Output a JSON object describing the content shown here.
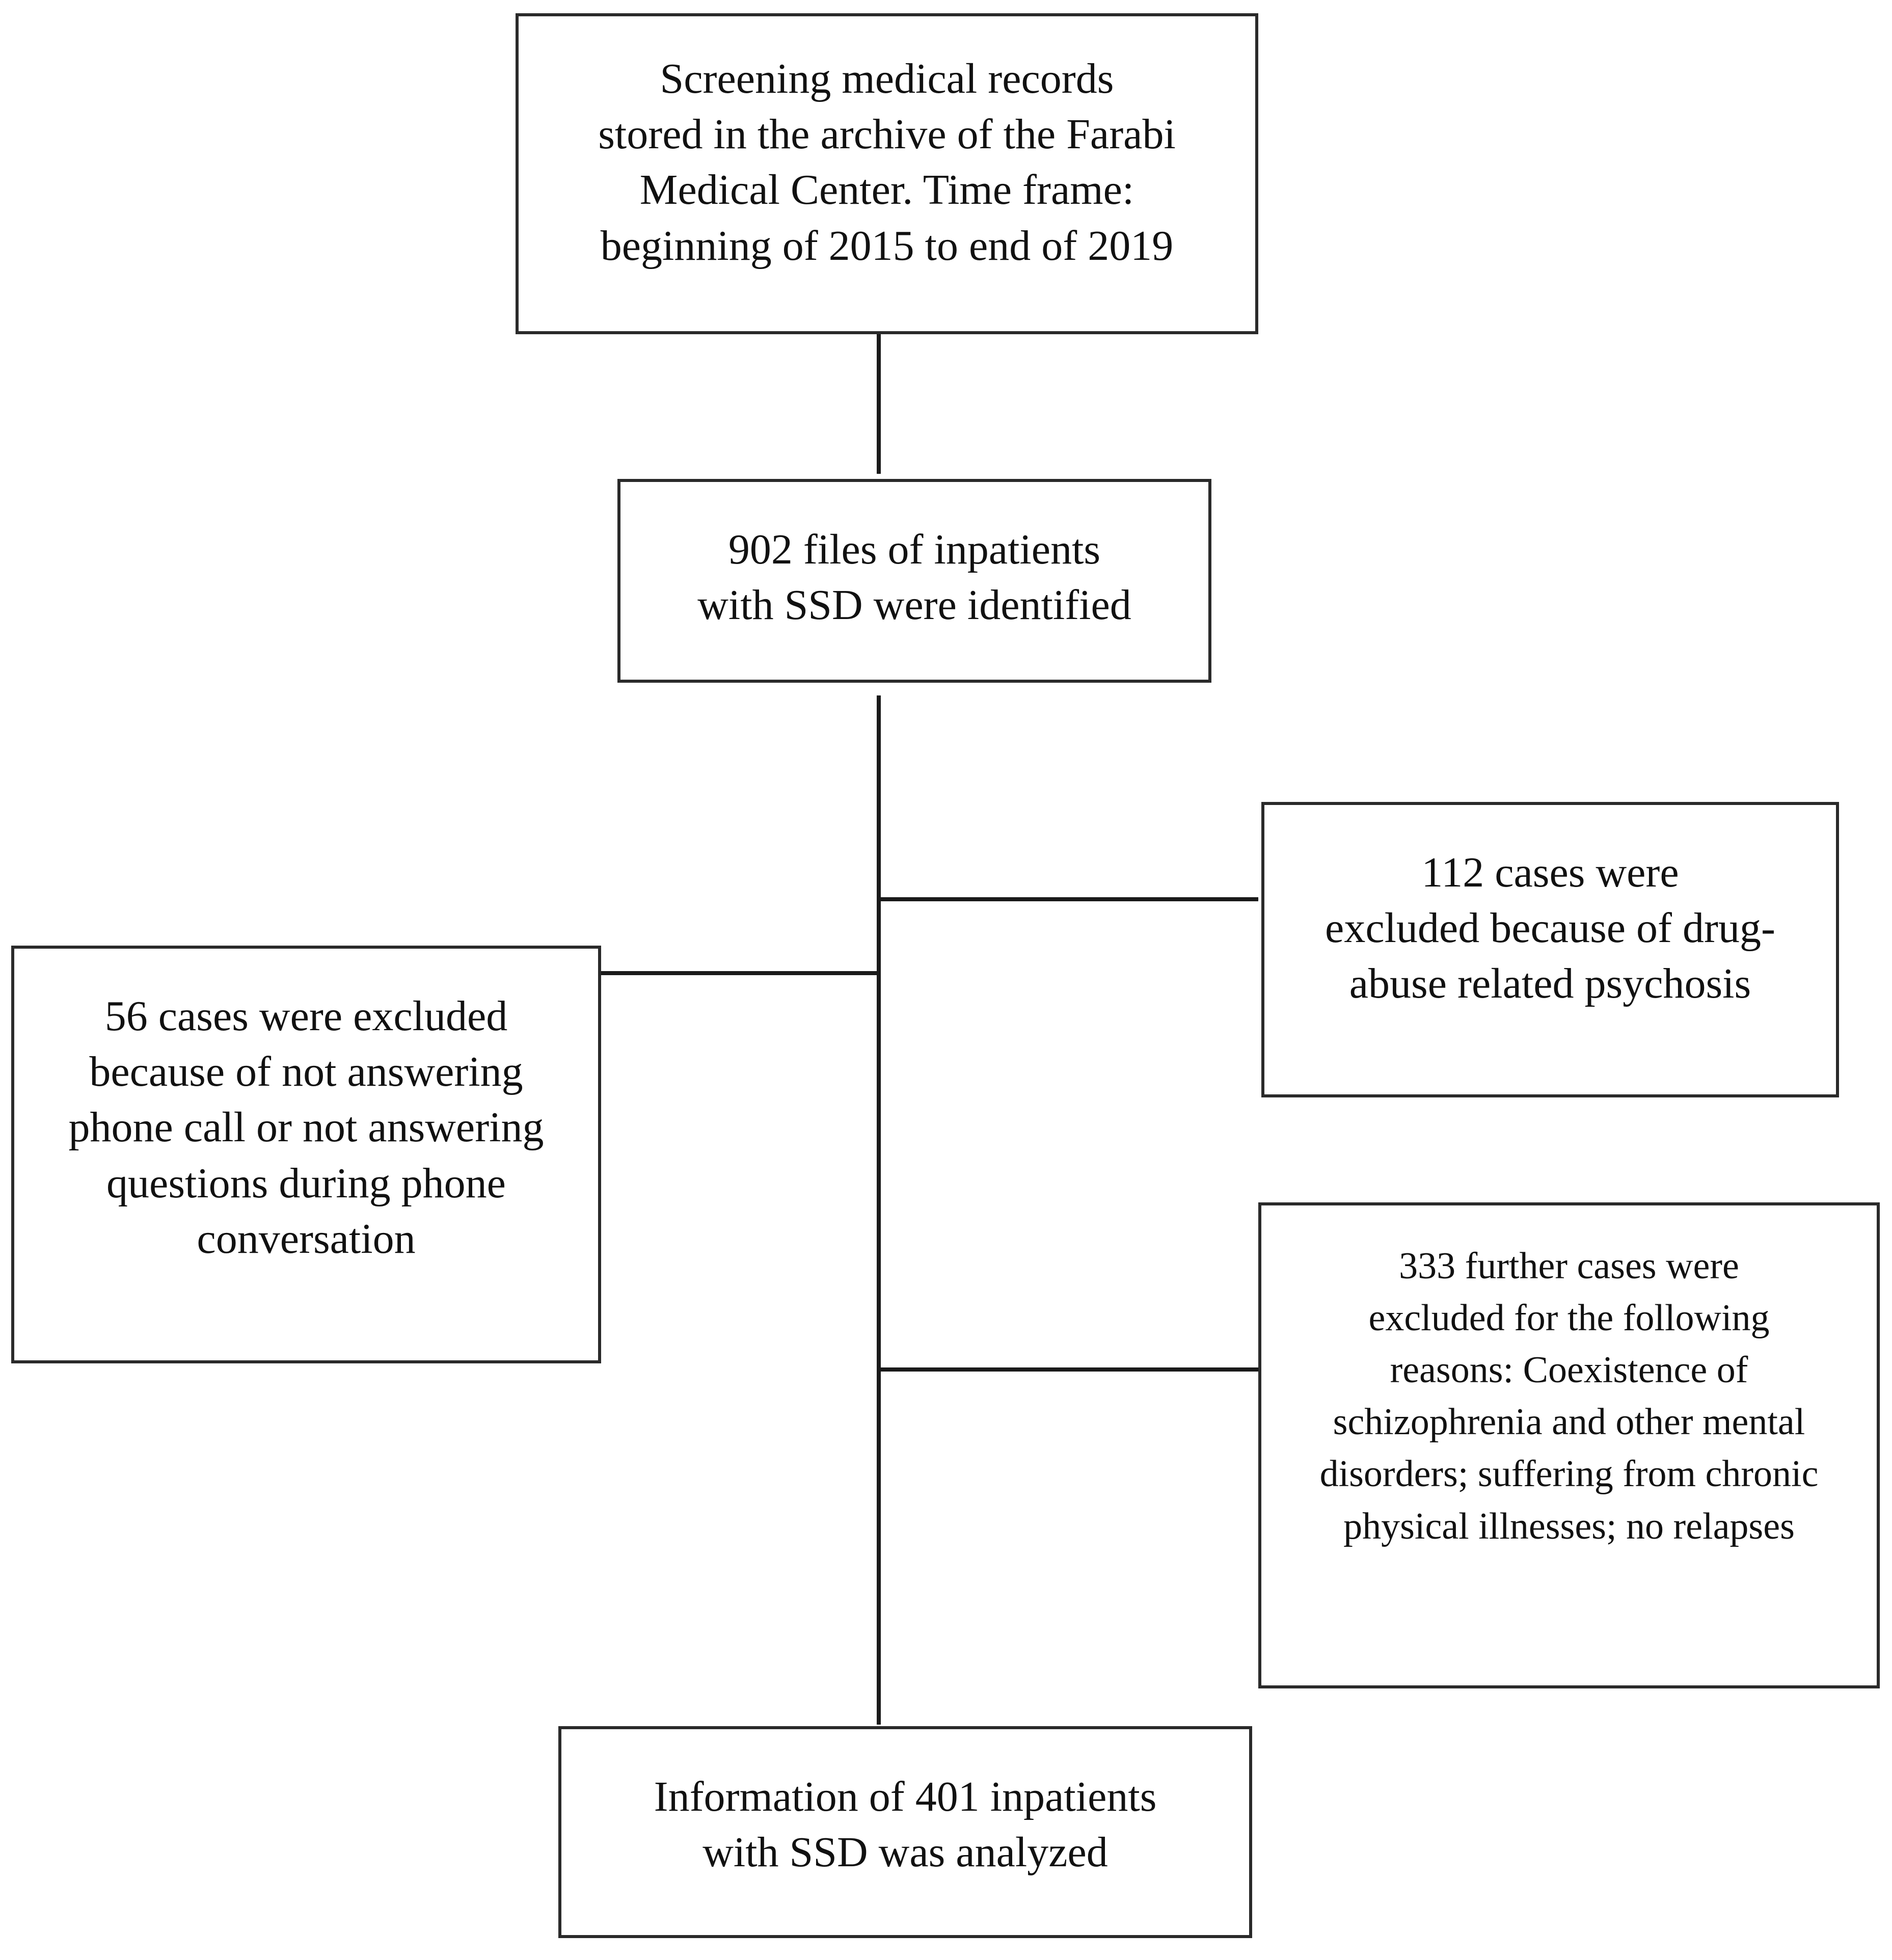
{
  "flowchart": {
    "screening": {
      "text": "Screening medical records\nstored in the archive of the Farabi\nMedical Center. Time frame:\nbeginning of 2015 to end of 2019"
    },
    "identified": {
      "text": "902 files of inpatients\nwith SSD were identified"
    },
    "excluded_drug": {
      "text": "112 cases were\nexcluded because of drug-\nabuse related psychosis"
    },
    "excluded_phone": {
      "text": "56 cases were excluded\nbecause of not answering\nphone call or not answering\nquestions during phone\nconversation"
    },
    "excluded_other": {
      "text": "333 further cases were\nexcluded for the following\nreasons: Coexistence of\nschizophrenia and other mental\ndisorders; suffering from chronic\nphysical illnesses; no relapses"
    },
    "analyzed": {
      "text": "Information of 401 inpatients\nwith SSD was analyzed"
    }
  },
  "colors": {
    "stroke": "#2a2a2a",
    "text": "#111111",
    "background": "#ffffff"
  }
}
